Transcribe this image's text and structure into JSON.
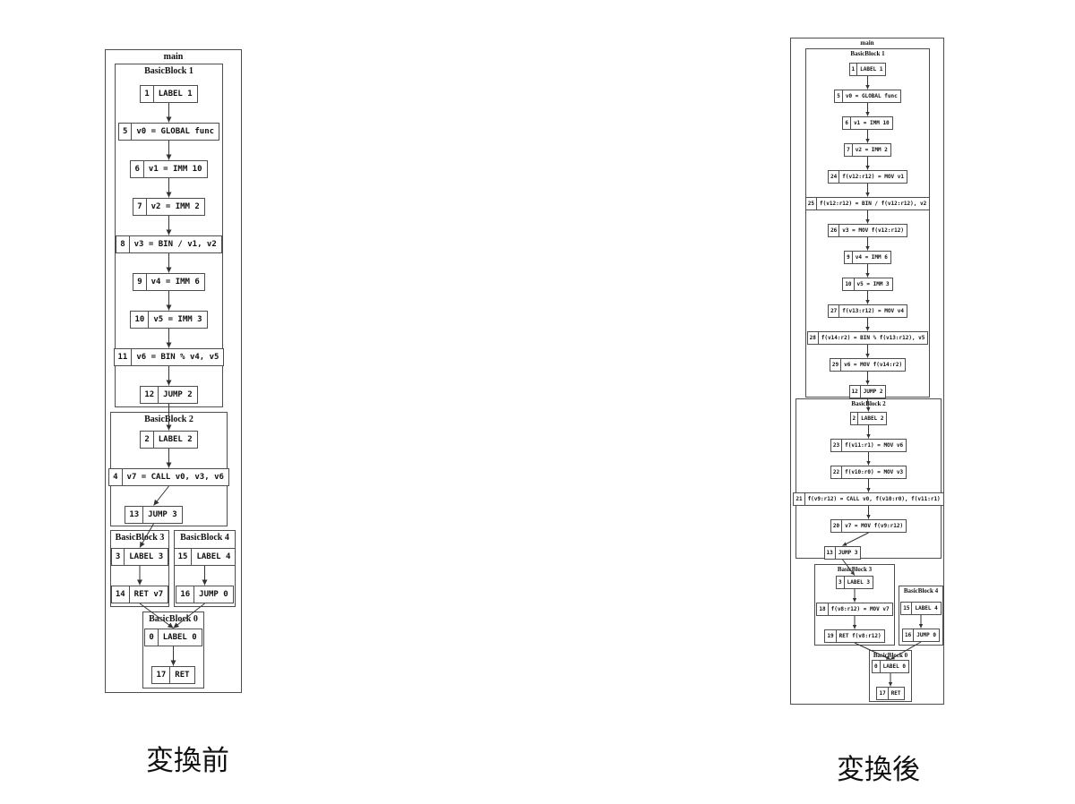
{
  "captions": {
    "left": "変換前",
    "right": "変換後"
  },
  "colors": {
    "background": "#ffffff",
    "box_border": "#4d4d4d",
    "edge": "#333333",
    "text": "#111111"
  },
  "diagrams": {
    "left": {
      "title": "main",
      "blocks": [
        {
          "title": "BasicBlock 1",
          "instructions": [
            {
              "id": "1",
              "text": "LABEL 1"
            },
            {
              "id": "5",
              "text": "v0 = GLOBAL func"
            },
            {
              "id": "6",
              "text": "v1 = IMM 10"
            },
            {
              "id": "7",
              "text": "v2 = IMM 2"
            },
            {
              "id": "8",
              "text": "v3 = BIN / v1, v2"
            },
            {
              "id": "9",
              "text": "v4 = IMM 6"
            },
            {
              "id": "10",
              "text": "v5 = IMM 3"
            },
            {
              "id": "11",
              "text": "v6 = BIN % v4, v5"
            },
            {
              "id": "12",
              "text": "JUMP 2"
            }
          ]
        },
        {
          "title": "BasicBlock 2",
          "instructions": [
            {
              "id": "2",
              "text": "LABEL 2"
            },
            {
              "id": "4",
              "text": "v7 = CALL v0, v3, v6"
            },
            {
              "id": "13",
              "text": "JUMP 3"
            }
          ]
        },
        {
          "title": "BasicBlock 3",
          "instructions": [
            {
              "id": "3",
              "text": "LABEL 3"
            },
            {
              "id": "14",
              "text": "RET v7"
            }
          ]
        },
        {
          "title": "BasicBlock 4",
          "instructions": [
            {
              "id": "15",
              "text": "LABEL 4"
            },
            {
              "id": "16",
              "text": "JUMP 0"
            }
          ]
        },
        {
          "title": "BasicBlock 0",
          "instructions": [
            {
              "id": "0",
              "text": "LABEL 0"
            },
            {
              "id": "17",
              "text": "RET"
            }
          ]
        }
      ],
      "edges": [
        [
          "1",
          "5"
        ],
        [
          "5",
          "6"
        ],
        [
          "6",
          "7"
        ],
        [
          "7",
          "8"
        ],
        [
          "8",
          "9"
        ],
        [
          "9",
          "10"
        ],
        [
          "10",
          "11"
        ],
        [
          "11",
          "12"
        ],
        [
          "12",
          "2"
        ],
        [
          "2",
          "4"
        ],
        [
          "4",
          "13"
        ],
        [
          "13",
          "3"
        ],
        [
          "3",
          "14"
        ],
        [
          "14",
          "0"
        ],
        [
          "15",
          "16"
        ],
        [
          "16",
          "0"
        ],
        [
          "0",
          "17"
        ]
      ]
    },
    "right": {
      "title": "main",
      "blocks": [
        {
          "title": "BasicBlock 1",
          "instructions": [
            {
              "id": "1",
              "text": "LABEL 1"
            },
            {
              "id": "5",
              "text": "v0 = GLOBAL func"
            },
            {
              "id": "6",
              "text": "v1 = IMM 10"
            },
            {
              "id": "7",
              "text": "v2 = IMM 2"
            },
            {
              "id": "24",
              "text": "f(v12:r12) = MOV v1"
            },
            {
              "id": "25",
              "text": "f(v12:r12) = BIN / f(v12:r12), v2"
            },
            {
              "id": "26",
              "text": "v3 = MOV f(v12:r12)"
            },
            {
              "id": "9",
              "text": "v4 = IMM 6"
            },
            {
              "id": "10",
              "text": "v5 = IMM 3"
            },
            {
              "id": "27",
              "text": "f(v13:r12) = MOV v4"
            },
            {
              "id": "28",
              "text": "f(v14:r2) = BIN % f(v13:r12), v5"
            },
            {
              "id": "29",
              "text": "v6 = MOV f(v14:r2)"
            },
            {
              "id": "12",
              "text": "JUMP 2"
            }
          ]
        },
        {
          "title": "BasicBlock 2",
          "instructions": [
            {
              "id": "2",
              "text": "LABEL 2"
            },
            {
              "id": "23",
              "text": "f(v11:r1) = MOV v6"
            },
            {
              "id": "22",
              "text": "f(v10:r0) = MOV v3"
            },
            {
              "id": "21",
              "text": "f(v9:r12) = CALL v0, f(v10:r0), f(v11:r1)"
            },
            {
              "id": "20",
              "text": "v7 = MOV f(v9:r12)"
            },
            {
              "id": "13",
              "text": "JUMP 3"
            }
          ]
        },
        {
          "title": "BasicBlock 3",
          "instructions": [
            {
              "id": "3",
              "text": "LABEL 3"
            },
            {
              "id": "18",
              "text": "f(v8:r12) = MOV v7"
            },
            {
              "id": "19",
              "text": "RET f(v8:r12)"
            }
          ]
        },
        {
          "title": "BasicBlock 4",
          "instructions": [
            {
              "id": "15",
              "text": "LABEL 4"
            },
            {
              "id": "16",
              "text": "JUMP 0"
            }
          ]
        },
        {
          "title": "BasicBlock 0",
          "instructions": [
            {
              "id": "0",
              "text": "LABEL 0"
            },
            {
              "id": "17",
              "text": "RET"
            }
          ]
        }
      ],
      "edges": [
        [
          "1",
          "5"
        ],
        [
          "5",
          "6"
        ],
        [
          "6",
          "7"
        ],
        [
          "7",
          "24"
        ],
        [
          "24",
          "25"
        ],
        [
          "25",
          "26"
        ],
        [
          "26",
          "9"
        ],
        [
          "9",
          "10"
        ],
        [
          "10",
          "27"
        ],
        [
          "27",
          "28"
        ],
        [
          "28",
          "29"
        ],
        [
          "29",
          "12"
        ],
        [
          "12",
          "2"
        ],
        [
          "2",
          "23"
        ],
        [
          "23",
          "22"
        ],
        [
          "22",
          "21"
        ],
        [
          "21",
          "20"
        ],
        [
          "20",
          "13"
        ],
        [
          "13",
          "3"
        ],
        [
          "3",
          "18"
        ],
        [
          "18",
          "19"
        ],
        [
          "19",
          "0"
        ],
        [
          "15",
          "16"
        ],
        [
          "16",
          "0"
        ],
        [
          "0",
          "17"
        ]
      ]
    }
  }
}
